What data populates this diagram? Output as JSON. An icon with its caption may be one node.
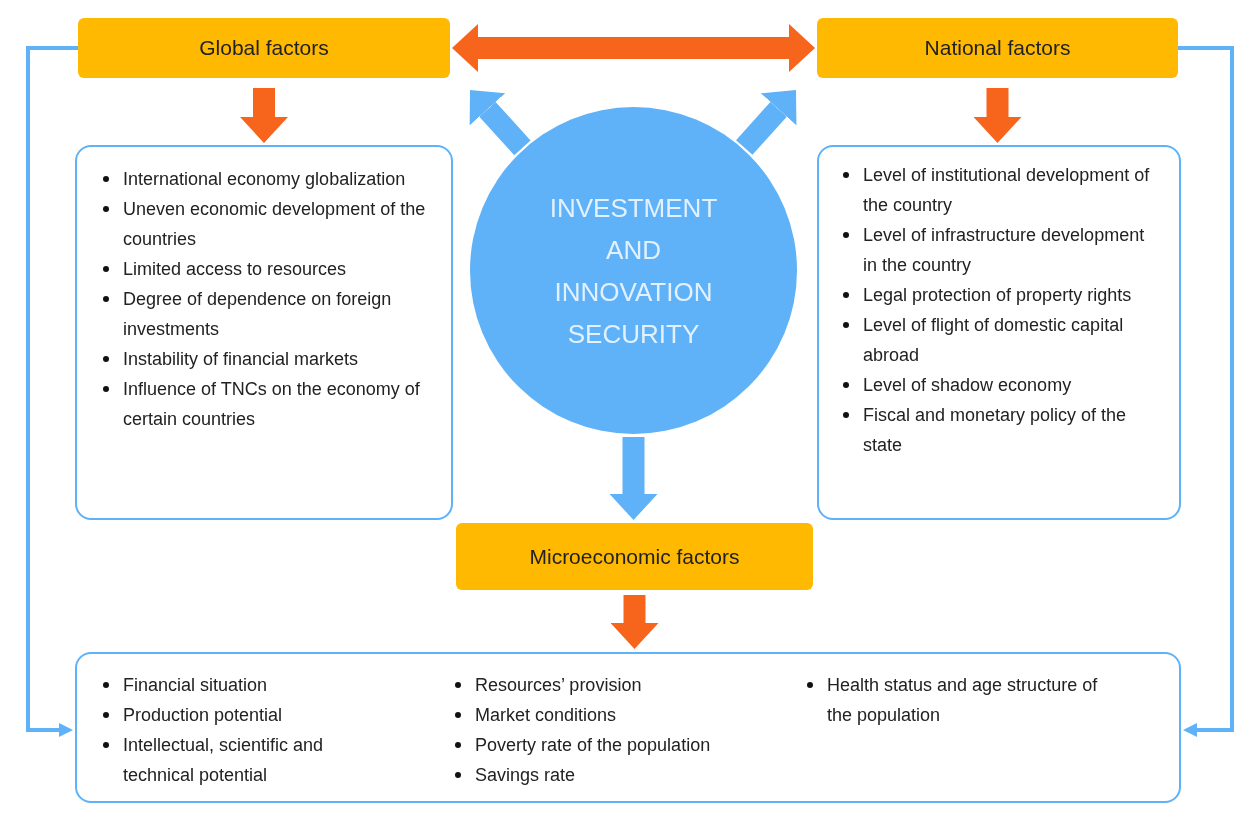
{
  "diagram": {
    "nodes": [
      {
        "text": [
          "Global factors"
        ]
      },
      {
        "text": [
          "National factors"
        ]
      },
      {
        "text": [
          "INVESTMENT AND INNOVATION SECURITY"
        ]
      },
      {
        "text": [
          "International economy globalization",
          "Uneven economic development of the countries",
          "Limited access to resources",
          "Degree of dependence on foreign investments",
          "Instability of financial markets",
          "Influence of TNCs on the economy of certain countries"
        ]
      },
      {
        "text": [
          "Level of institutional development of the country",
          "Level of infrastructure development in the country",
          "Legal protection of property rights",
          "Level of flight of domestic capital abroad",
          "Level of shadow economy",
          "Fiscal and monetary policy of the state"
        ]
      },
      {
        "text": [
          "Microeconomic factors"
        ]
      },
      {
        "text": [
          "Financial situation",
          "Production potential",
          "Intellectual, scientific and technical potential",
          "Resources’ provision",
          "Market conditions",
          "Poverty rate of the population",
          "Savings rate",
          "Health status and age structure of the population"
        ]
      }
    ],
    "edges": [
      {
        "from": 0,
        "to": 1,
        "arrow": "both",
        "color": "#f7641b"
      },
      {
        "from": 0,
        "to": 3,
        "arrow": "to",
        "color": "#f7641b"
      },
      {
        "from": 1,
        "to": 4,
        "arrow": "to",
        "color": "#f7641b"
      },
      {
        "from": 2,
        "to": 0,
        "arrow": "to"
      },
      {
        "from": 2,
        "to": 1,
        "arrow": "to"
      },
      {
        "from": 2,
        "to": 5,
        "arrow": "to"
      },
      {
        "from": 5,
        "to": 6,
        "arrow": "to",
        "color": "#f7641b"
      },
      {
        "from": 0,
        "to": 6,
        "arrow": "to"
      },
      {
        "from": 1,
        "to": 6,
        "arrow": "to"
      }
    ]
  }
}
